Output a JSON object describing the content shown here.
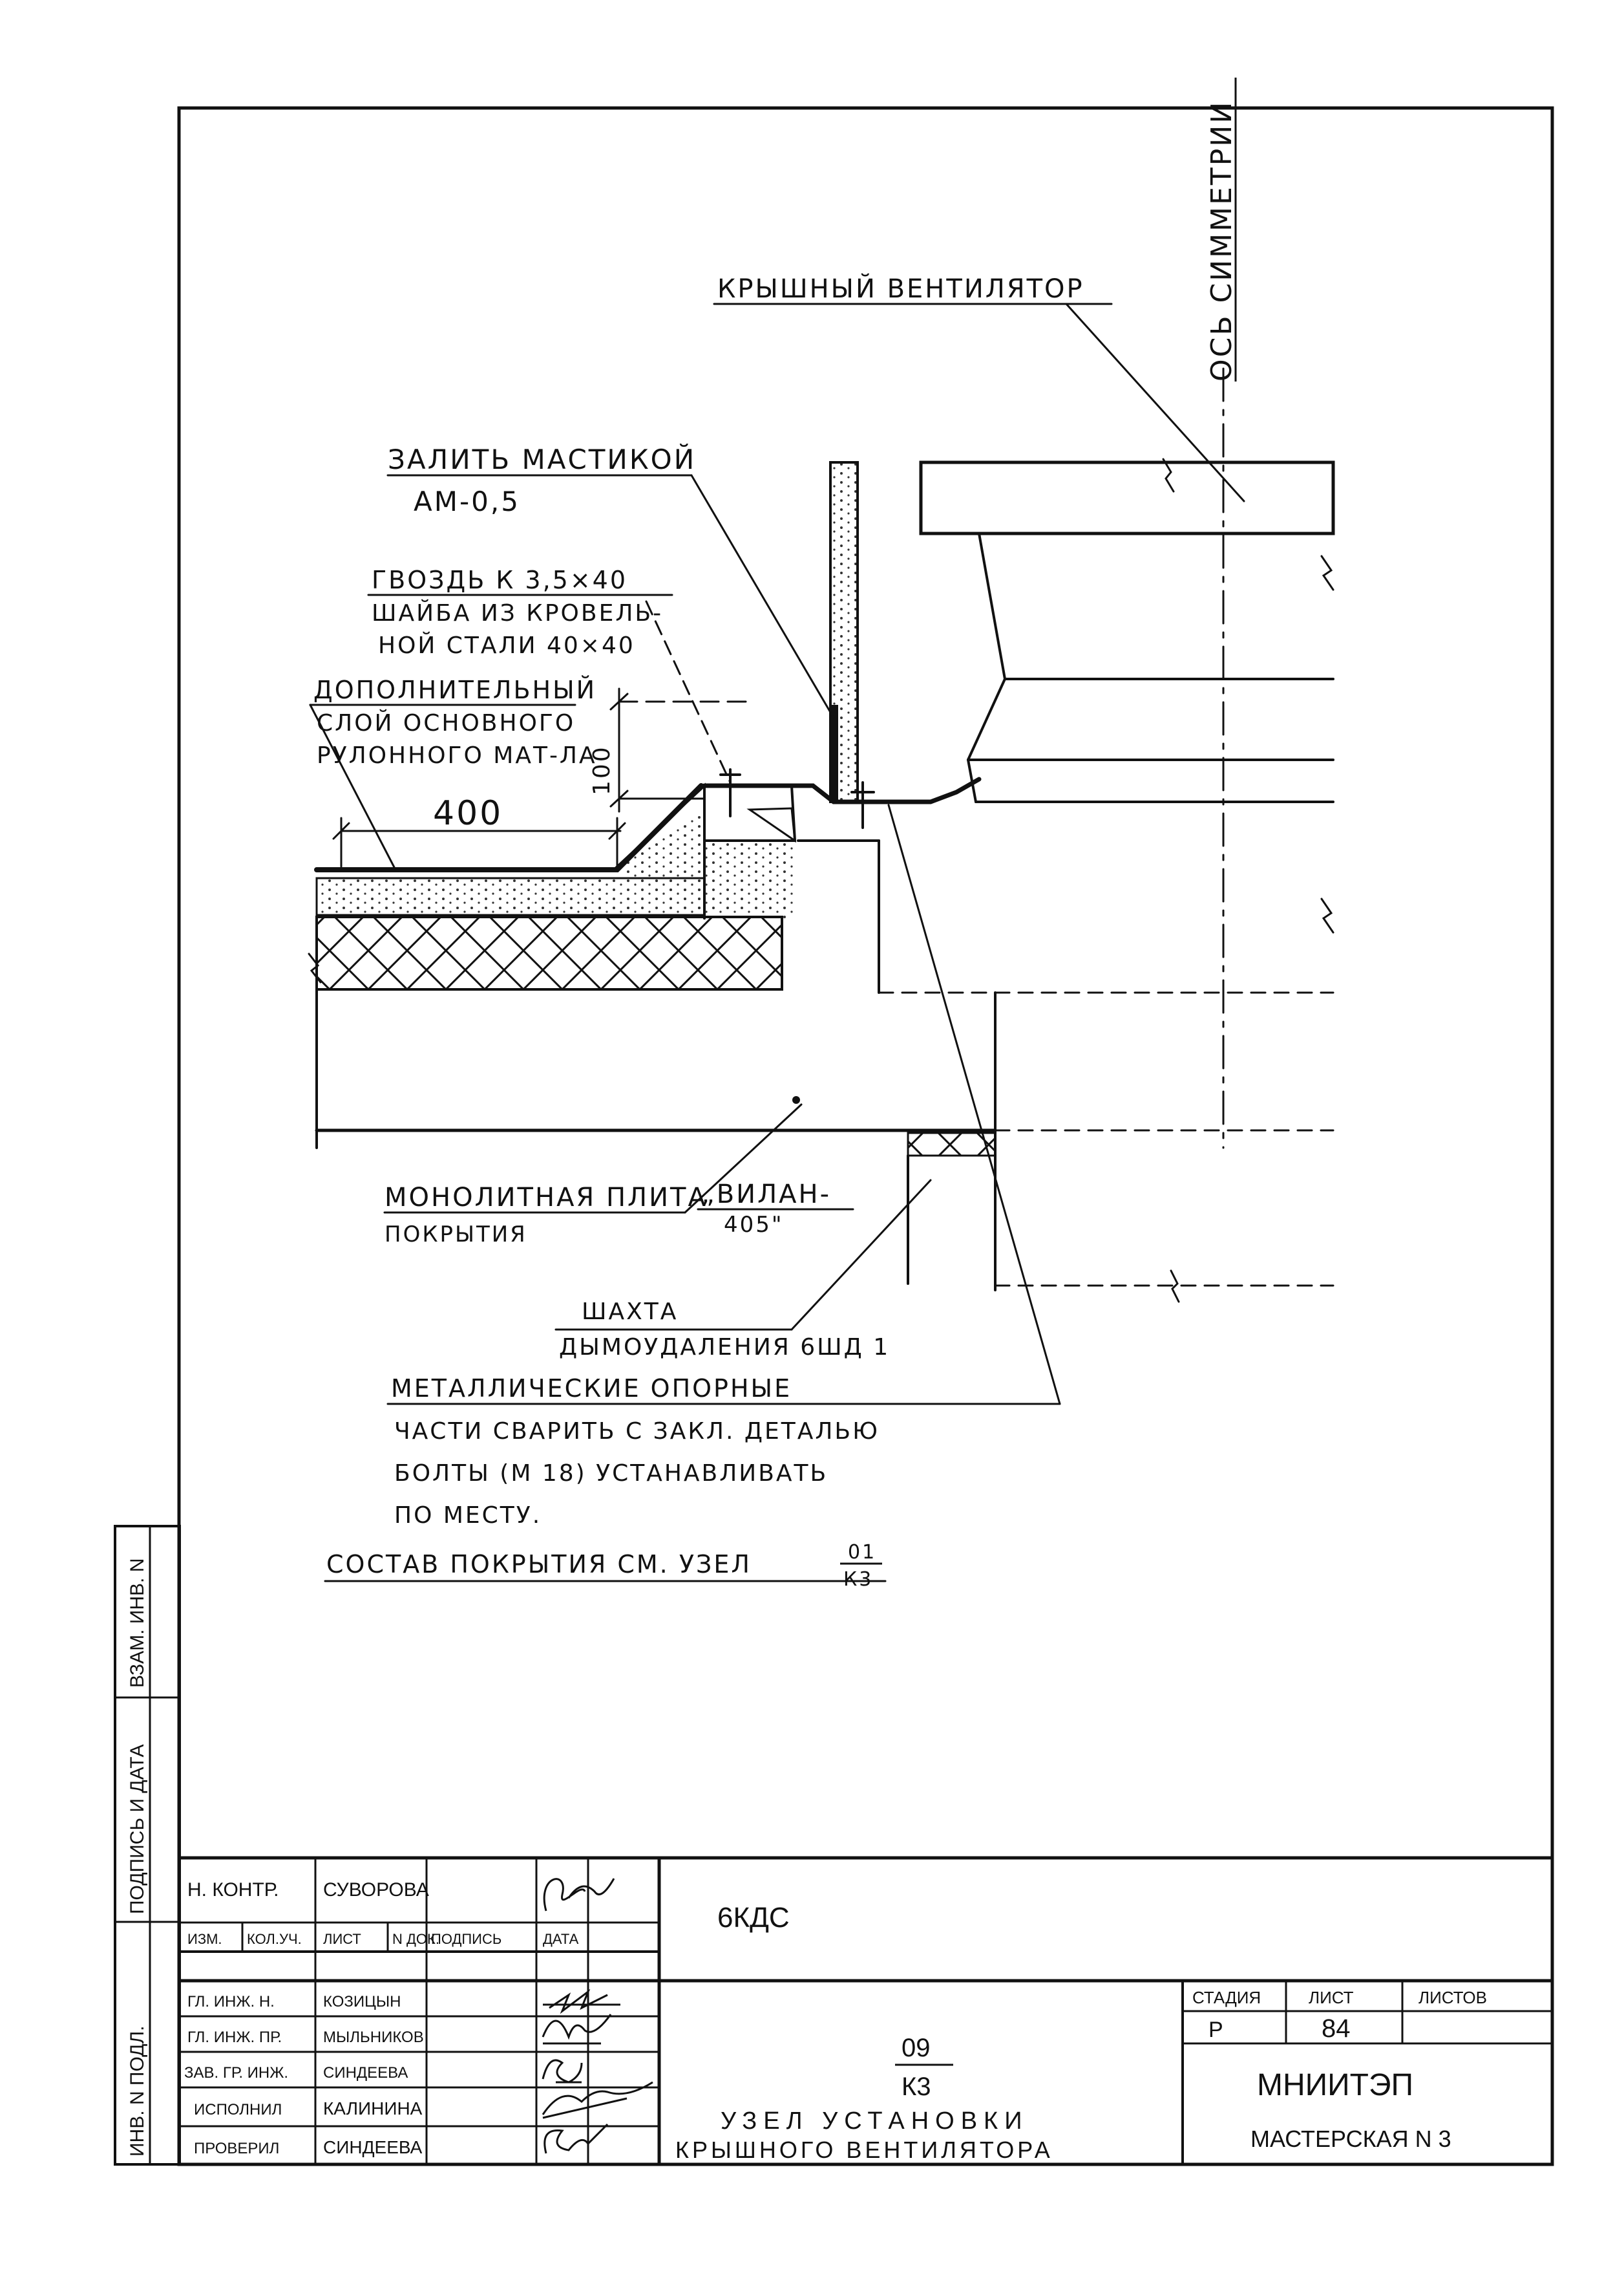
{
  "callouts": {
    "symmetry_axis": "ОСЬ СИММЕТРИИ",
    "roof_fan": "КРЫШНЫЙ ВЕНТИЛЯТОР",
    "mastic_1": "ЗАЛИТЬ МАСТИКОЙ",
    "mastic_2": "АМ-0,5",
    "nail_1": "ГВОЗДЬ К 3,5×40",
    "nail_2": "ШАЙБА ИЗ КРОВЕЛЬ-",
    "nail_3": "НОЙ СТАЛИ 40×40",
    "extra_1": "ДОПОЛНИТЕЛЬНЫЙ",
    "extra_2": "СЛОЙ ОСНОВНОГО",
    "extra_3": "РУЛОННОГО МАТ-ЛА",
    "dim_400": "400",
    "dim_100": "100",
    "slab_1": "МОНОЛИТНАЯ ПЛИТА",
    "slab_2": "ПОКРЫТИЯ",
    "vilan_1": "„ВИЛАН-",
    "vilan_2": "405\"",
    "shaft_1": "ШАХТА",
    "shaft_2": "ДЫМОУДАЛЕНИЯ 6ШД 1",
    "metal_1": "МЕТАЛЛИЧЕСКИЕ ОПОРНЫЕ",
    "metal_2": "ЧАСТИ СВАРИТЬ С ЗАКЛ. ДЕТАЛЬЮ",
    "metal_3": "БОЛТЫ (М 18) УСТАНАВЛИВАТЬ",
    "metal_4": "ПО МЕСТУ.",
    "roof_comp": "СОСТАВ ПОКРЫТИЯ СМ. УЗЕЛ",
    "roof_comp_num": "01",
    "roof_comp_den": "К3"
  },
  "side_stamp": {
    "inv_orig": "ИНВ. N ПОДЛ.",
    "sign_date": "ПОДПИСЬ И ДАТА",
    "replace_inv": "ВЗАМ. ИНВ. N"
  },
  "title_block": {
    "norm_control_role": "Н. КОНТР.",
    "norm_control_name": "СУВОРОВА",
    "col_headers": [
      "ИЗМ.",
      "КОЛ.УЧ.",
      "ЛИСТ",
      "N ДОК.",
      "ПОДПИСЬ",
      "ДАТА"
    ],
    "roles": [
      {
        "role": "ГЛ. ИНЖ. Н.",
        "name": "КОЗИЦЫН"
      },
      {
        "role": "ГЛ. ИНЖ. ПР.",
        "name": "МЫЛЬНИКОВ"
      },
      {
        "role": "ЗАВ. ГР. ИНЖ.",
        "name": "СИНДЕЕВА"
      },
      {
        "role": "ИСПОЛНИЛ",
        "name": "КАЛИНИНА"
      },
      {
        "role": "ПРОВЕРИЛ",
        "name": "СИНДЕЕВА"
      }
    ],
    "project_code": "6КДС",
    "node_num": "09",
    "node_den": "К3",
    "title_line1": "УЗЕЛ УСТАНОВКИ",
    "title_line2": "КРЫШНОГО ВЕНТИЛЯТОРА",
    "stage_label": "СТАДИЯ",
    "sheet_label": "ЛИСТ",
    "sheets_label": "ЛИСТОВ",
    "stage_value": "Р",
    "sheet_value": "84",
    "org_name": "МНИИТЭП",
    "workshop": "МАСТЕРСКАЯ N 3"
  }
}
